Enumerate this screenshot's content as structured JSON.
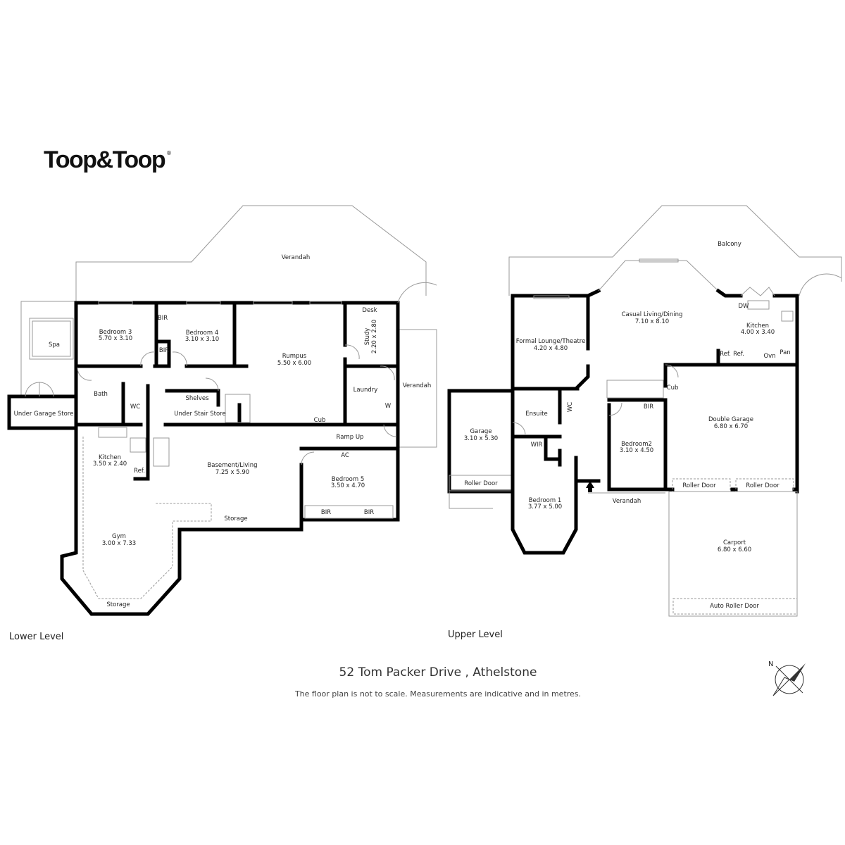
{
  "brand": {
    "logo": "Toop&Toop"
  },
  "lower_level": {
    "title": "Lower Level",
    "rooms": {
      "verandah": "Verandah",
      "spa": "Spa",
      "bedroom3": {
        "name": "Bedroom 3",
        "dims": "5.70 x 3.10"
      },
      "bir1": "BIR",
      "bir2": "BIR",
      "bedroom4": {
        "name": "Bedroom 4",
        "dims": "3.10 x 3.10"
      },
      "rumpus": {
        "name": "Rumpus",
        "dims": "5.50 x 6.00"
      },
      "desk": "Desk",
      "study": {
        "name": "Study",
        "dims": "2.20 x 2.80"
      },
      "verandah_side": "Verandah",
      "under_garage_store": "Under Garage Store",
      "bath": "Bath",
      "wc": "WC",
      "shelves": "Shelves",
      "under_stair_store": "Under Stair Store",
      "laundry": "Laundry",
      "w": "W",
      "cub": "Cub",
      "ramp_up": "Ramp Up",
      "ac": "AC",
      "kitchen": {
        "name": "Kitchen",
        "dims": "3.50 x 2.40"
      },
      "ref": "Ref.",
      "basement": {
        "name": "Basement/Living",
        "dims": "7.25 x 5.90"
      },
      "bedroom5": {
        "name": "Bedroom 5",
        "dims": "3.50 x 4.70"
      },
      "bir5a": "BIR",
      "bir5b": "BIR",
      "storage1": "Storage",
      "gym": {
        "name": "Gym",
        "dims": "3.00 x 7.33"
      },
      "storage2": "Storage"
    }
  },
  "upper_level": {
    "title": "Upper Level",
    "rooms": {
      "balcony": "Balcony",
      "casual": {
        "name": "Casual Living/Dining",
        "dims": "7.10 x 8.10"
      },
      "formal": {
        "name": "Formal Lounge/Theatre",
        "dims": "4.20 x 4.80"
      },
      "dw": "DW",
      "kitchen": {
        "name": "Kitchen",
        "dims": "4.00 x 3.40"
      },
      "ref1": "Ref.",
      "ref2": "Ref.",
      "ovn": "Ovn",
      "pan": "Pan",
      "cub": "Cub",
      "ensuite": "Ensuite",
      "wc": "WC",
      "wir": "WIR",
      "garage": {
        "name": "Garage",
        "dims": "3.10 x 5.30"
      },
      "roller_door_garage": "Roller Door",
      "bir": "BIR",
      "bedroom2": {
        "name": "Bedroom2",
        "dims": "3.10 x 4.50"
      },
      "double_garage": {
        "name": "Double Garage",
        "dims": "6.80 x 6.70"
      },
      "roller_door_1": "Roller Door",
      "roller_door_2": "Roller Door",
      "bedroom1": {
        "name": "Bedroom 1",
        "dims": "3.77 x 5.00"
      },
      "verandah": "Verandah",
      "carport": {
        "name": "Carport",
        "dims": "6.80 x 6.60"
      },
      "auto_roller_door": "Auto Roller Door"
    }
  },
  "address": "52 Tom Packer Drive , Athelstone",
  "disclaimer": "The floor plan is not to scale. Measurements are indicative and in metres.",
  "compass": {
    "label": "N"
  }
}
